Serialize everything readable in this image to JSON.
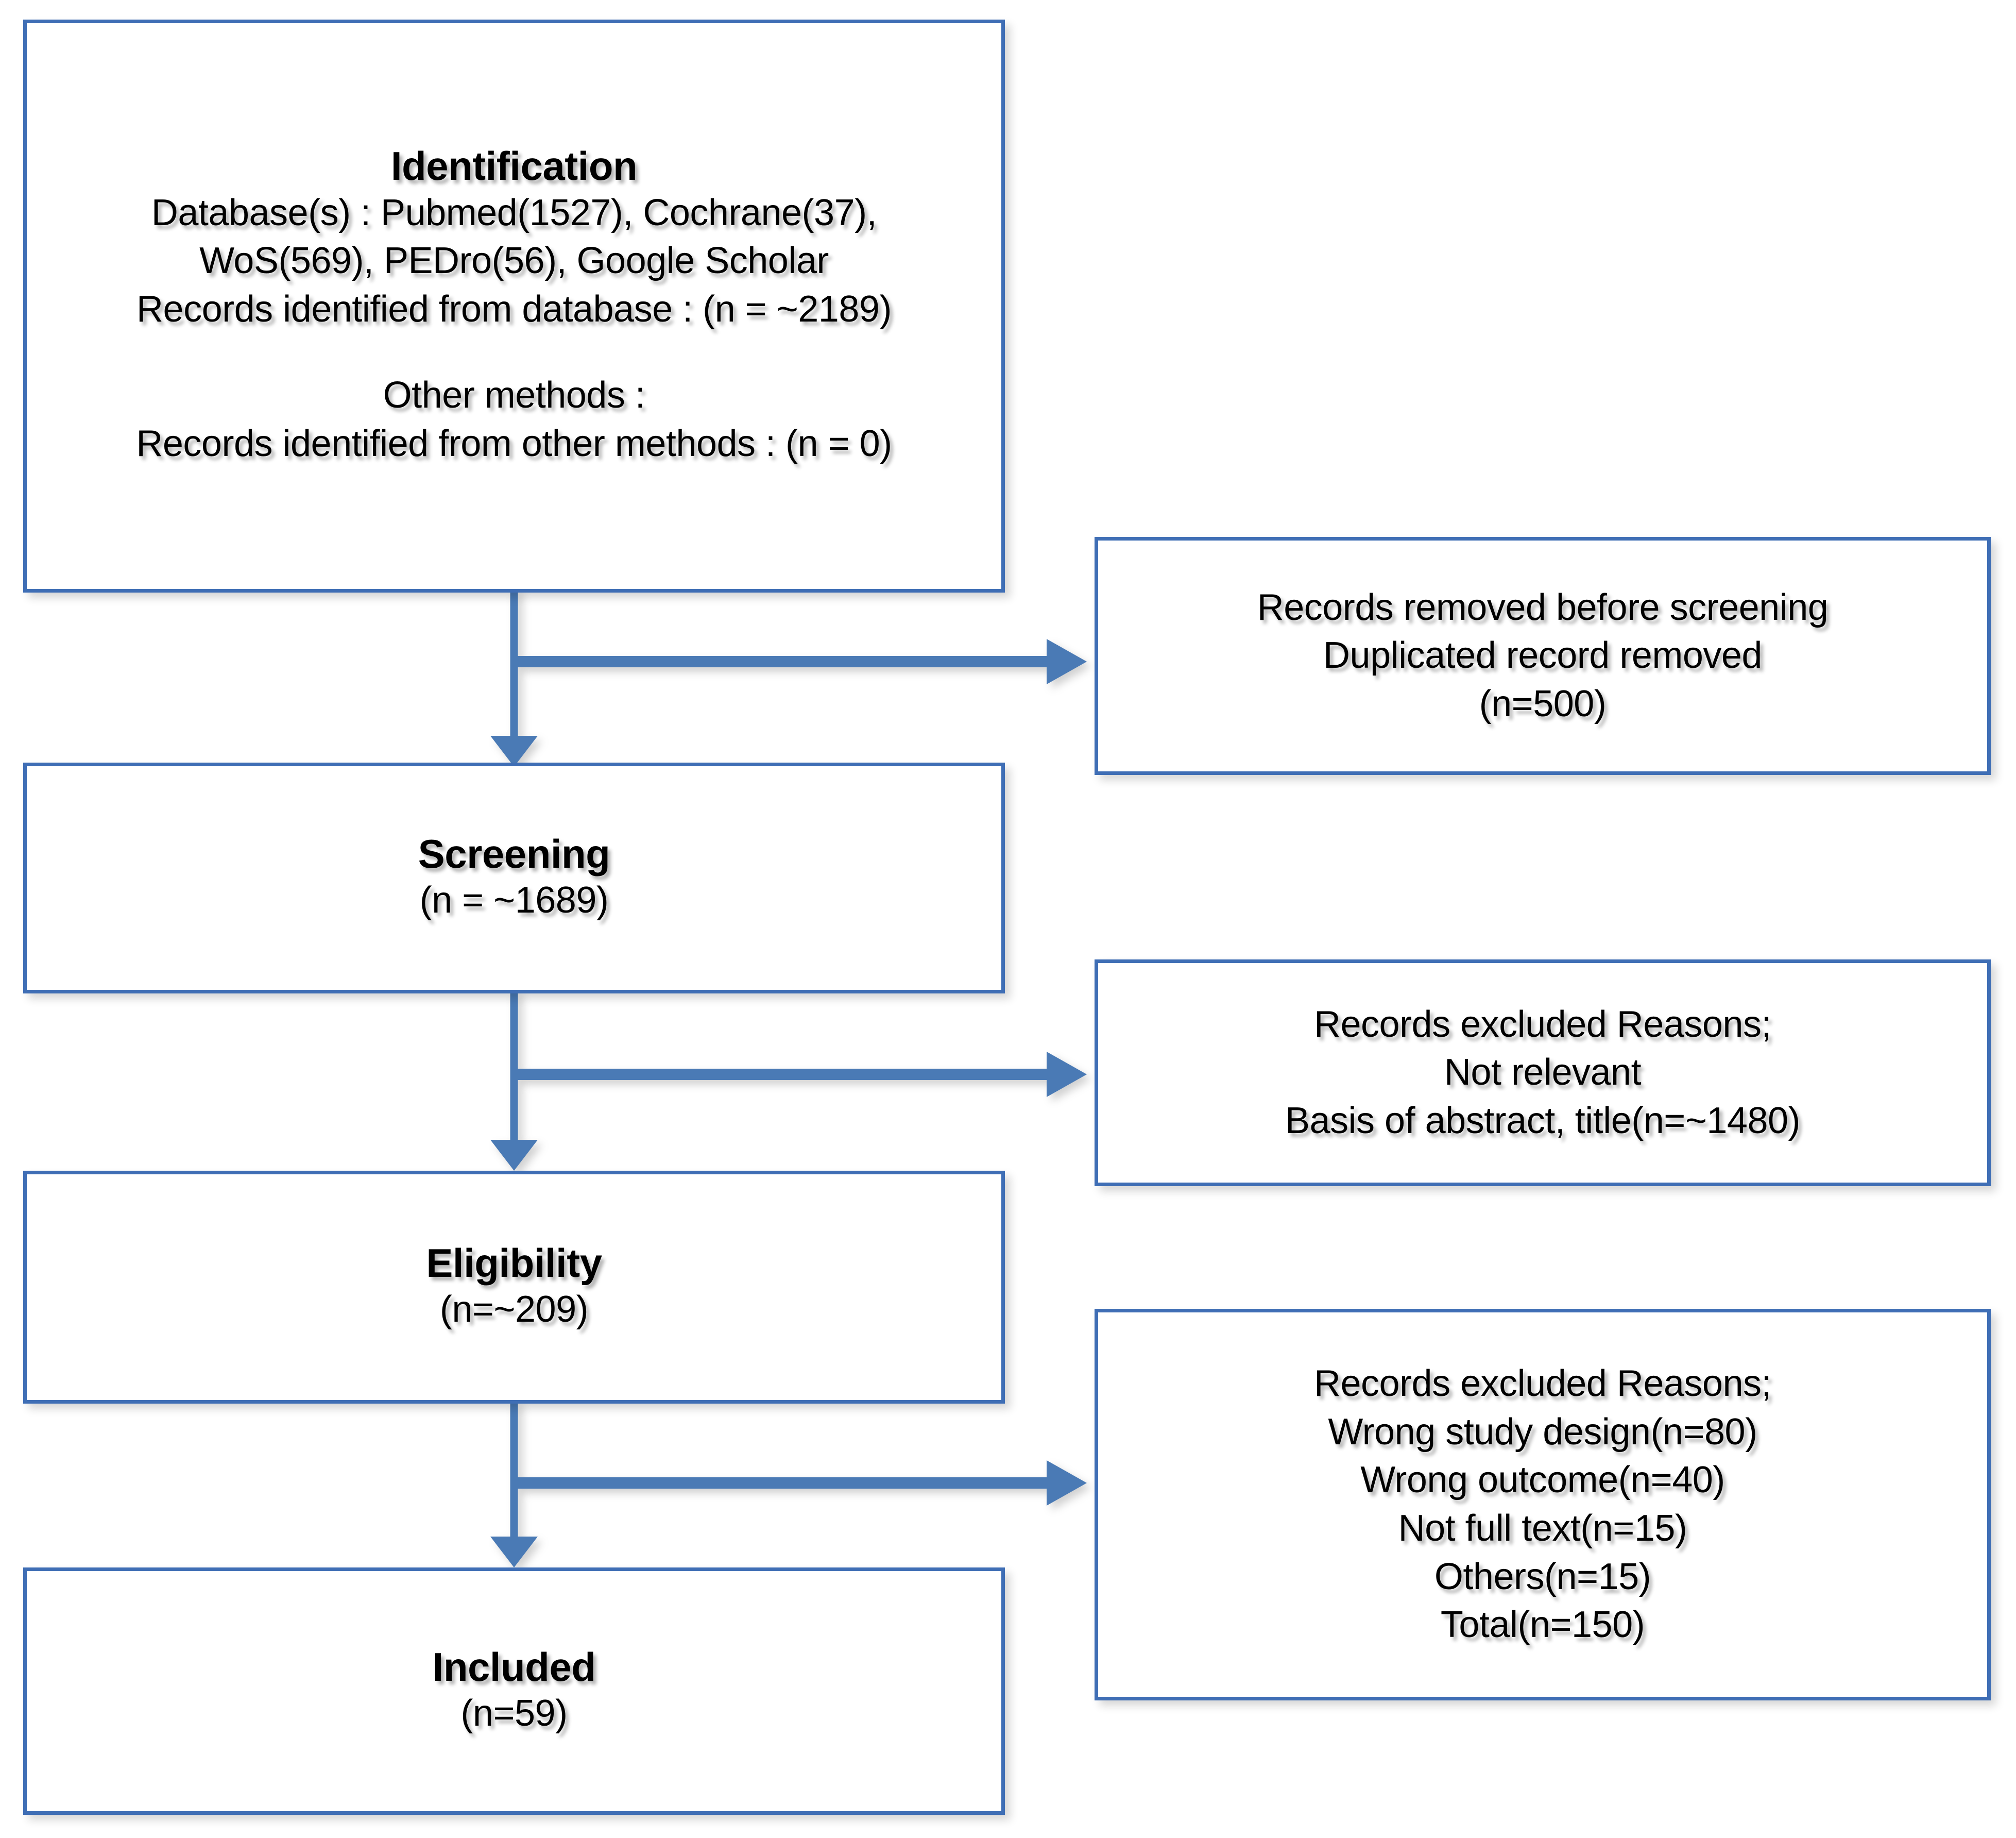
{
  "diagram": {
    "title": "PRISMA study selection flow diagram",
    "colors": {
      "box_border": "#3f6eb5",
      "connector": "#4a7ab5",
      "box_background": "#ffffff",
      "text": "#000000",
      "page_background": "#ffffff"
    }
  },
  "stages": {
    "identification": {
      "heading": "Identification",
      "line1": "Database(s) : Pubmed(1527), Cochrane(37),",
      "line2": "WoS(569), PEDro(56), Google Scholar",
      "line3": "Records identified from database : (n = ~2189)",
      "line4": "Other methods :",
      "line5": "Records identified from other methods : (n = 0)"
    },
    "screening": {
      "heading": "Screening",
      "count": "(n = ~1689)"
    },
    "eligibility": {
      "heading": "Eligibility",
      "count": "(n=~209)"
    },
    "included": {
      "heading": "Included",
      "count": "(n=59)"
    }
  },
  "exclusions": {
    "removed_before_screening": {
      "line1": "Records removed before screening",
      "line2": "Duplicated record removed",
      "line3": "(n=500)"
    },
    "excluded_screening": {
      "line1": "Records excluded Reasons;",
      "line2": "Not relevant",
      "line3": "Basis of abstract, title(n=~1480)"
    },
    "excluded_eligibility": {
      "line1": "Records excluded Reasons;",
      "line2": "Wrong study design(n=80)",
      "line3": "Wrong outcome(n=40)",
      "line4": "Not full text(n=15)",
      "line5": "Others(n=15)",
      "line6": "Total(n=150)"
    }
  },
  "flow": {
    "arrow_1_label": "identification-to-screening",
    "arrow_2_label": "screening-to-eligibility",
    "arrow_3_label": "eligibility-to-included",
    "branch_1_label": "identification-to-removed",
    "branch_2_label": "screening-to-excluded",
    "branch_3_label": "eligibility-to-excluded"
  }
}
